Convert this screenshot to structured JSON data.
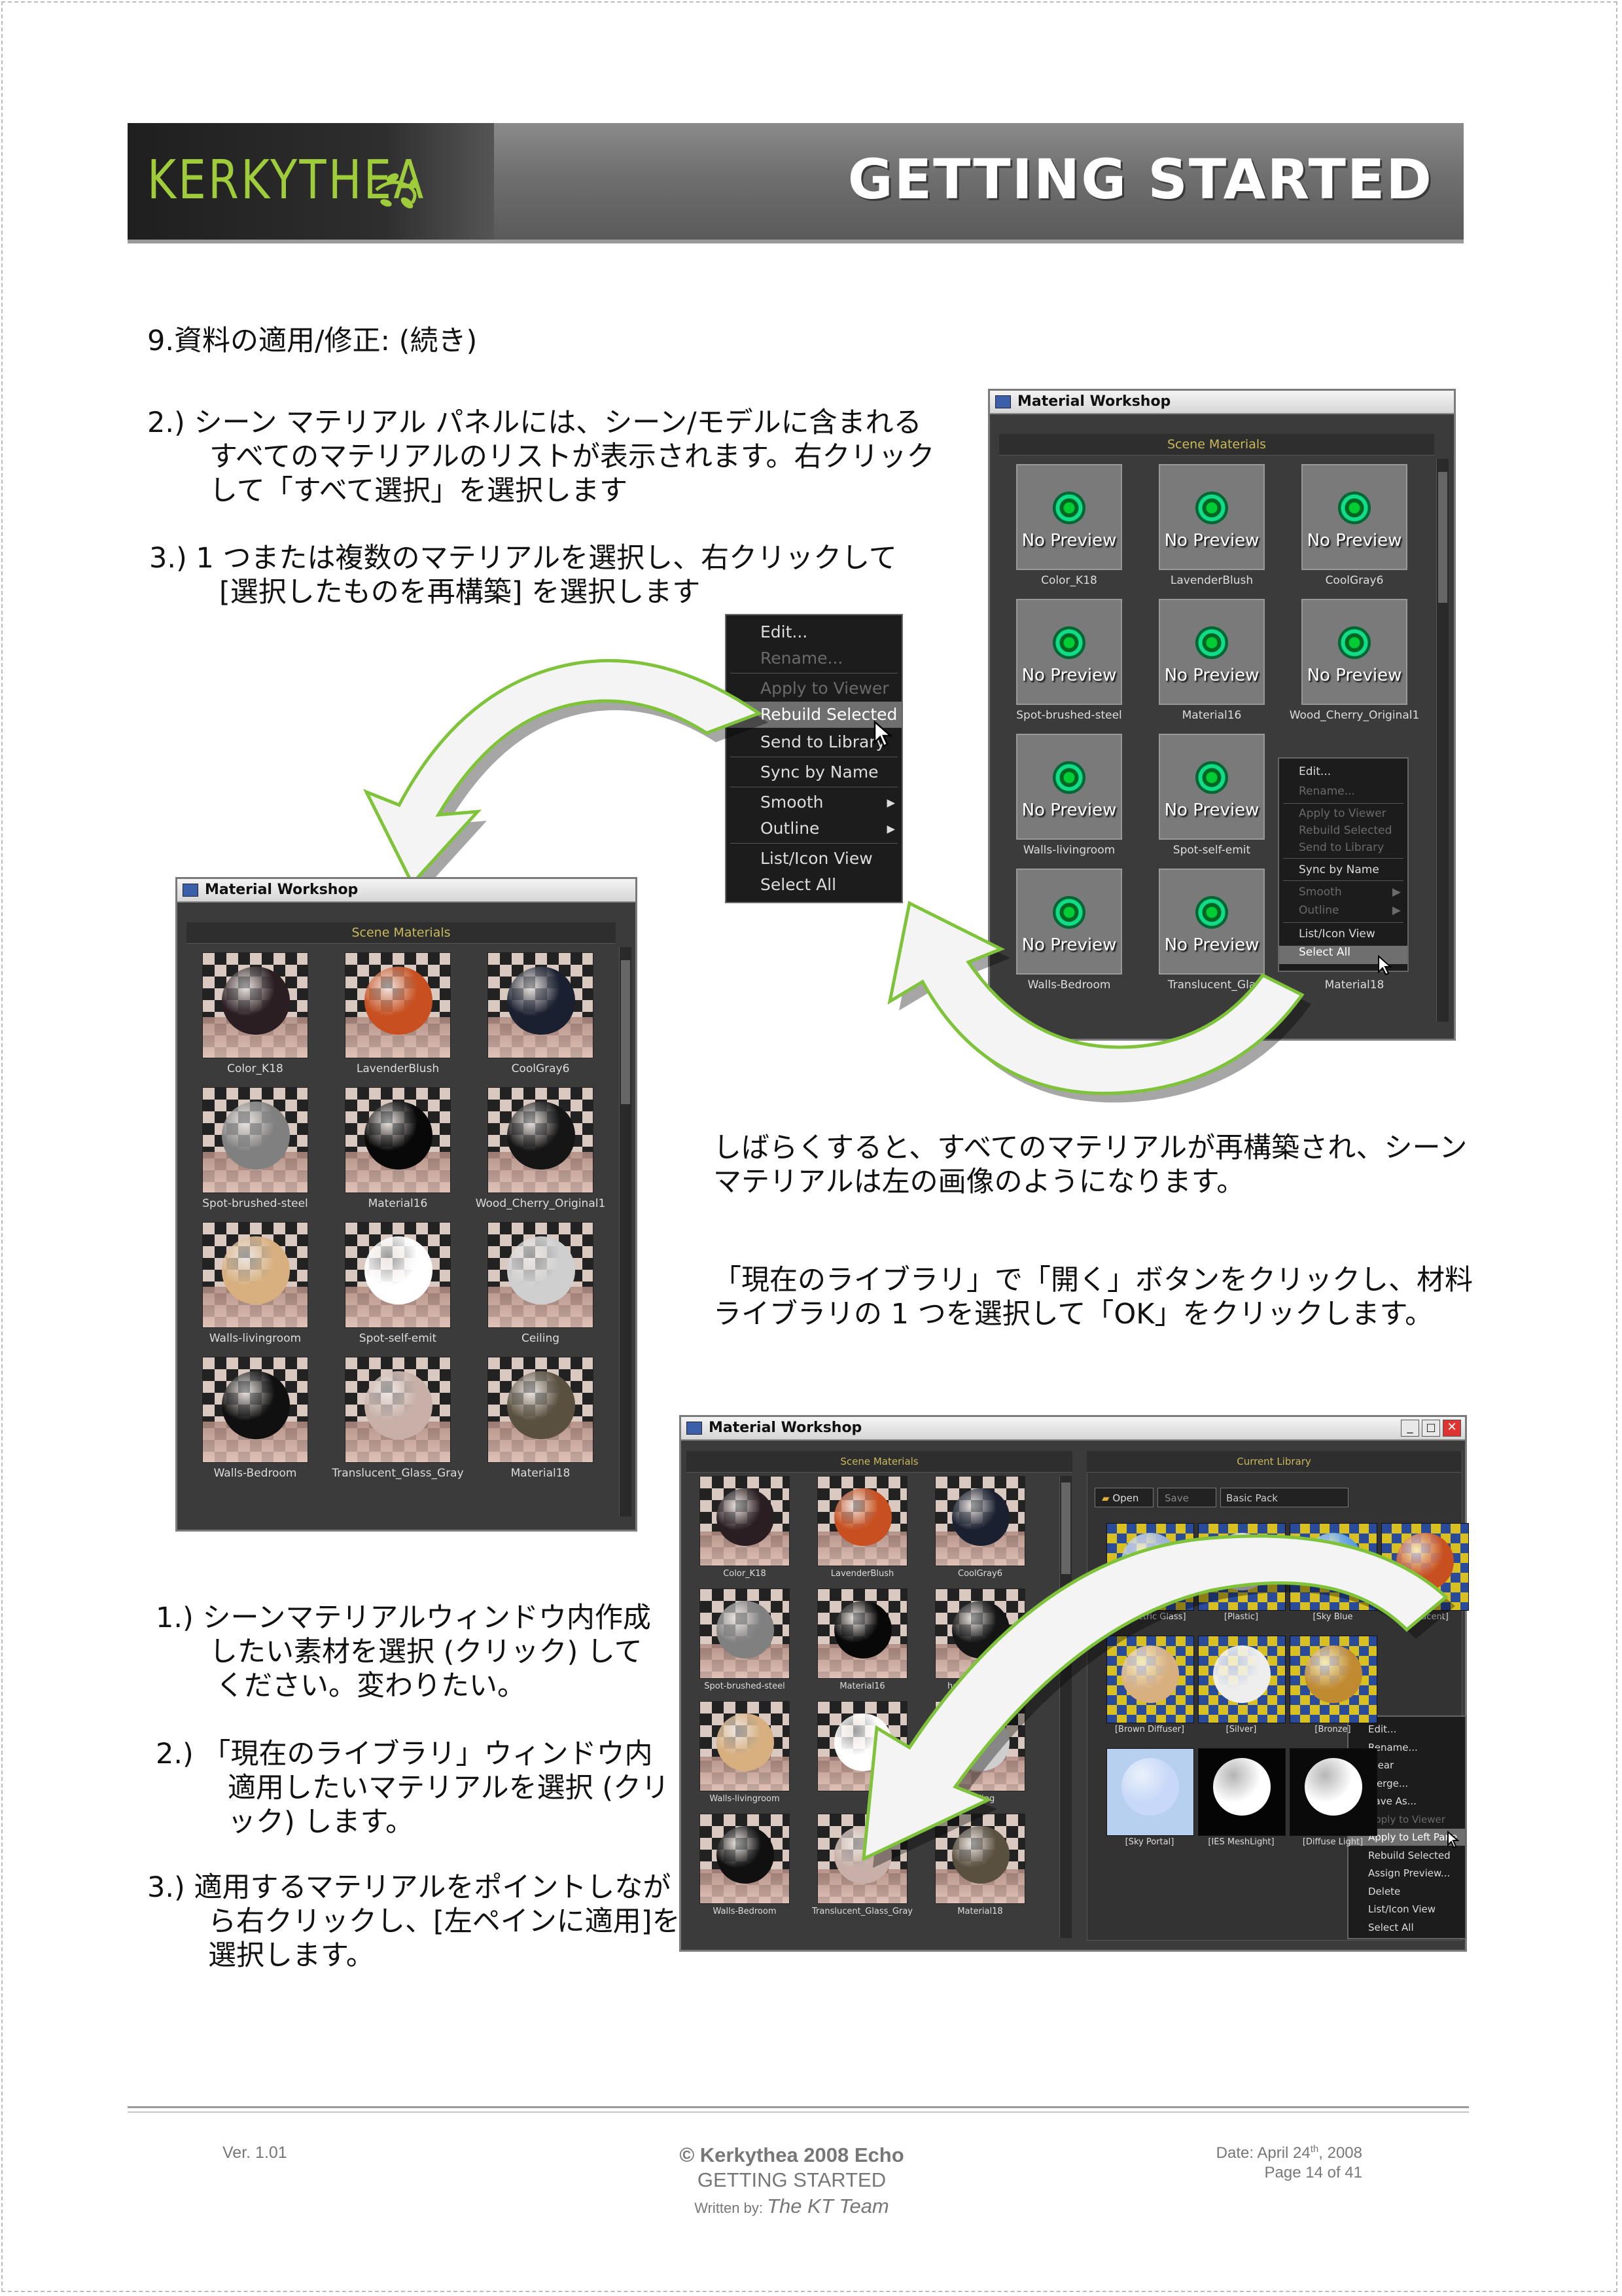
{
  "header": {
    "logo": "KERKYTHEA",
    "title": "GETTING STARTED"
  },
  "section": {
    "heading": "9.資料の適用/修正: (続き)",
    "step2_top": [
      "2.) シーン マテリアル パネルには、シーン/モデルに含まれる",
      "すべてのマテリアルのリストが表示されます。右クリック",
      "して「すべて選択」を選択します"
    ],
    "step3_top": [
      "3.) 1 つまたは複数のマテリアルを選択し、右クリックして",
      "[選択したものを再構築] を選択します"
    ],
    "after_rebuild": [
      "しばらくすると、すべてのマテリアルが再構築され、シーン",
      "マテリアルは左の画像のようになります。"
    ],
    "open_library": [
      "「現在のライブラリ」で「開く」ボタンをクリックし、材料",
      "ライブラリの 1 つを選択して「OK」をクリックします。"
    ],
    "step1_bottom": [
      "1.) シーンマテリアルウィンドウ内作成",
      "したい素材を選択 (クリック) して",
      "ください。変わりたい。"
    ],
    "step2_bottom": [
      "2.) 「現在のライブラリ」ウィンドウ内",
      "適用したいマテリアルを選択 (クリ",
      "ック) します。"
    ],
    "step3_bottom": [
      "3.) 適用するマテリアルをポイントしなが",
      "ら右クリックし、[左ペインに適用]を",
      "選択します。"
    ]
  },
  "window_right": {
    "title": "Material Workshop",
    "panel": "Scene Materials",
    "no_preview": "No Preview",
    "materials": [
      "Color_K18",
      "LavenderBlush",
      "CoolGray6",
      "Spot-brushed-steel",
      "Material16",
      "Wood_Cherry_Original1",
      "Walls-livingroom",
      "Spot-self-emit",
      "",
      "Walls-Bedroom",
      "Translucent_Gla",
      "Material18"
    ],
    "context_menu": [
      "Edit...",
      "Rename...",
      "Apply to Viewer",
      "Rebuild Selected",
      "Send to Library",
      "Sync by Name",
      "Smooth",
      "Outline",
      "List/Icon View",
      "Select All"
    ]
  },
  "popup_menu": {
    "items": [
      "Edit...",
      "Rename...",
      "Apply to Viewer",
      "Rebuild Selected",
      "Send to Library",
      "Sync by Name",
      "Smooth",
      "Outline",
      "List/Icon View",
      "Select All"
    ],
    "highlighted": "Rebuild Selected"
  },
  "window_left": {
    "title": "Material Workshop",
    "panel": "Scene Materials",
    "materials": [
      "Color_K18",
      "LavenderBlush",
      "CoolGray6",
      "Spot-brushed-steel",
      "Material16",
      "Wood_Cherry_Original1",
      "Walls-livingroom",
      "Spot-self-emit",
      "Ceiling",
      "Walls-Bedroom",
      "Translucent_Glass_Gray",
      "Material18"
    ],
    "ball_colors": [
      "#2a1e22",
      "#c85020",
      "#1a2030",
      "#808080",
      "#080808",
      "#151515",
      "#d8b080",
      "#ffffff",
      "#cfcfcf",
      "#101010",
      "#c8b0a8",
      "#5a5040"
    ]
  },
  "window_bottom": {
    "title": "Material Workshop",
    "panel_left": "Scene Materials",
    "panel_right": "Current Library",
    "open_button": "Open",
    "save_button": "Save",
    "library_name": "Basic Pack",
    "scene_materials": [
      "Color_K18",
      "LavenderBlush",
      "CoolGray6",
      "Spot-brushed-steel",
      "Material16",
      "herry_Original1",
      "Walls-livingroom",
      "",
      "Ceiling",
      "Walls-Bedroom",
      "Translucent_Glass_Gray",
      "Material18"
    ],
    "library_materials": [
      "[Dielectric Glass]",
      "[Plastic]",
      "[Sky Blue",
      "ranslucent]",
      "[Brown Diffuser]",
      "[Silver]",
      "[Bronze]",
      "",
      "[Sky Portal]",
      "[IES MeshLight]",
      "[Diffuse Light]"
    ],
    "context_menu": [
      "Edit...",
      "Rename...",
      "Clear",
      "Merge...",
      "Save As...",
      "Apply to Viewer",
      "Apply to Left Pane",
      "Rebuild Selected",
      "Assign Preview...",
      "Delete",
      "List/Icon View",
      "Select All"
    ]
  },
  "footer": {
    "version": "Ver. 1.01",
    "copyright": "© Kerkythea 2008 Echo",
    "subtitle": "GETTING STARTED",
    "written_by_label": "Written by:",
    "written_by": "The KT Team",
    "date_prefix": "Date: April 24",
    "date_sup": "th",
    "date_suffix": ", 2008",
    "page": "Page 14 of 41"
  }
}
